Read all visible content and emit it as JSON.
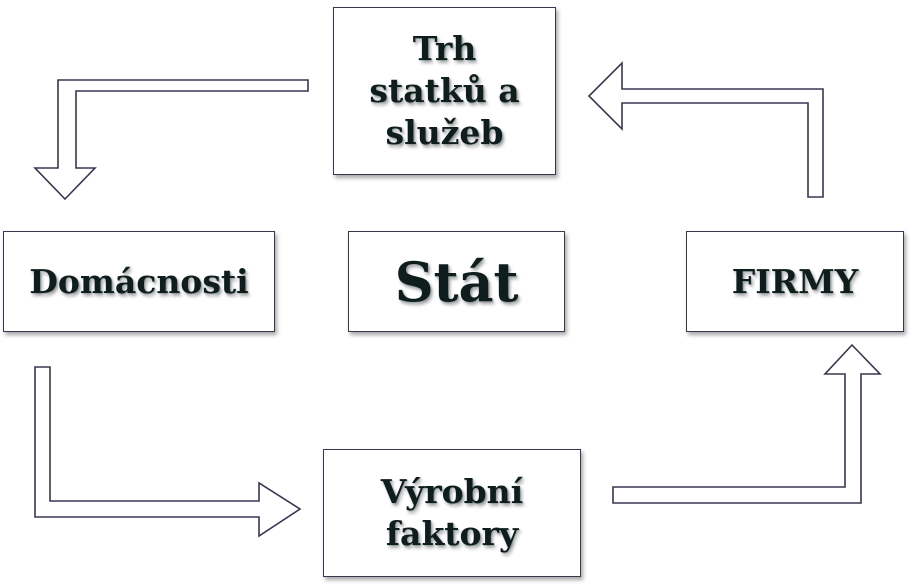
{
  "nodes": {
    "trh": "Trh\nstatků a\nslužeb",
    "domacnosti": "Domácnosti",
    "stat": "Stát",
    "firmy": "FIRMY",
    "vyrobni": "Výrobní\nfaktory"
  },
  "colors": {
    "border": "#3a3550",
    "text": "#0f1d1d",
    "background": "#ffffff"
  }
}
